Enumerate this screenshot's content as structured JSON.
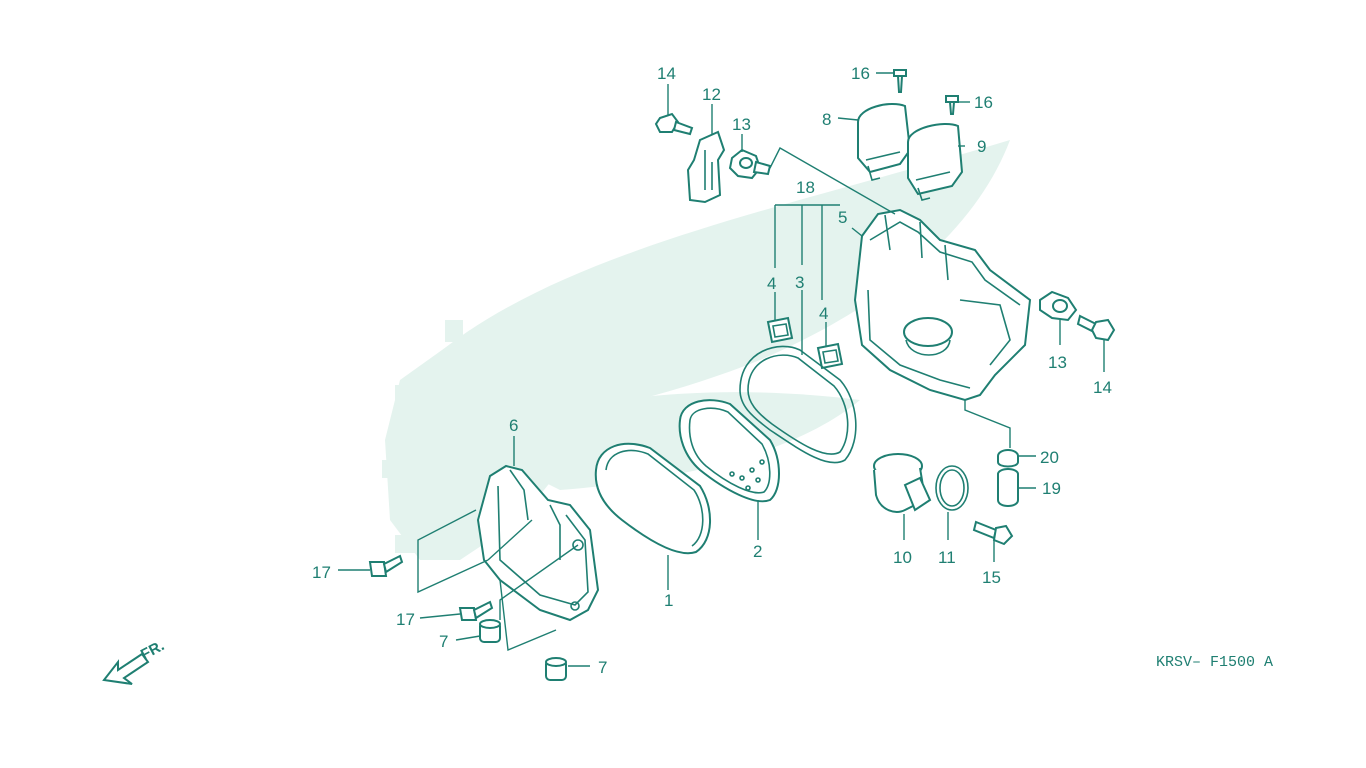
{
  "diagram": {
    "drawing_code": "KRSV– F1500 A",
    "direction_marker": "FR.",
    "callouts": [
      {
        "id": "c1",
        "label": "1"
      },
      {
        "id": "c2",
        "label": "2"
      },
      {
        "id": "c3",
        "label": "3"
      },
      {
        "id": "c4a",
        "label": "4"
      },
      {
        "id": "c4b",
        "label": "4"
      },
      {
        "id": "c5",
        "label": "5"
      },
      {
        "id": "c6",
        "label": "6"
      },
      {
        "id": "c7a",
        "label": "7"
      },
      {
        "id": "c7b",
        "label": "7"
      },
      {
        "id": "c8",
        "label": "8"
      },
      {
        "id": "c9",
        "label": "9"
      },
      {
        "id": "c10",
        "label": "10"
      },
      {
        "id": "c11",
        "label": "11"
      },
      {
        "id": "c12",
        "label": "12"
      },
      {
        "id": "c13a",
        "label": "13"
      },
      {
        "id": "c13b",
        "label": "13"
      },
      {
        "id": "c14a",
        "label": "14"
      },
      {
        "id": "c14b",
        "label": "14"
      },
      {
        "id": "c15",
        "label": "15"
      },
      {
        "id": "c16a",
        "label": "16"
      },
      {
        "id": "c16b",
        "label": "16"
      },
      {
        "id": "c17a",
        "label": "17"
      },
      {
        "id": "c17b",
        "label": "17"
      },
      {
        "id": "c18",
        "label": "18"
      },
      {
        "id": "c19",
        "label": "19"
      },
      {
        "id": "c20",
        "label": "20"
      }
    ],
    "colors": {
      "ink": "#1f7f72",
      "watermark": "#e4f3ee",
      "background": "#ffffff"
    }
  }
}
